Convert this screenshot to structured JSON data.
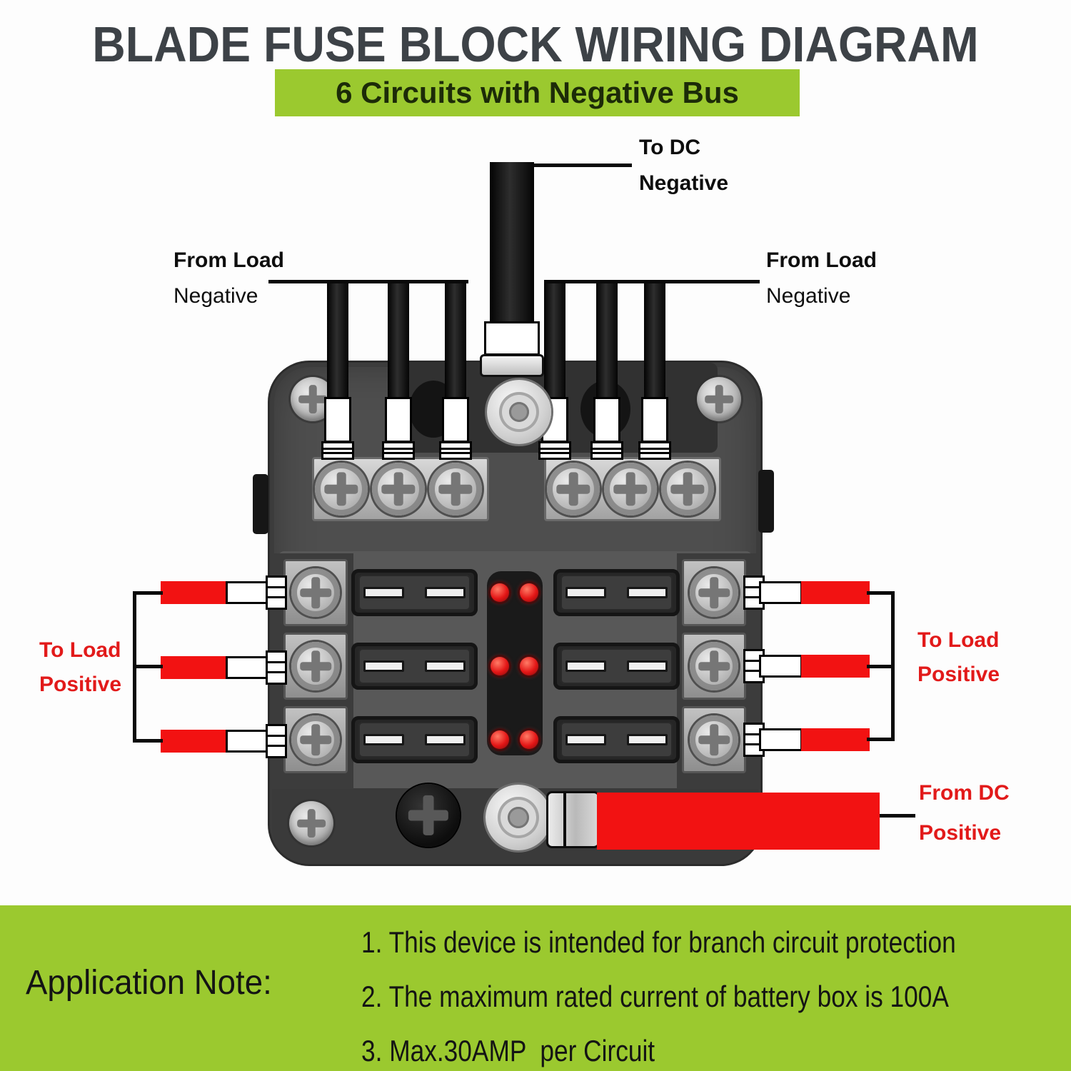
{
  "title": "BLADE FUSE BLOCK WIRING DIAGRAM",
  "banner": "6 Circuits with Negative Bus",
  "labels": {
    "to_dc_line1": "To DC",
    "to_dc_line2": "Negative",
    "from_load_left_line1": "From Load",
    "from_load_left_line2": "Negative",
    "from_load_right_line1": "From Load",
    "from_load_right_line2": "Negative",
    "to_load_left_line1": "To Load",
    "to_load_left_line2": "Positive",
    "to_load_right_line1": "To Load",
    "to_load_right_line2": "Positive",
    "from_dc_line1": "From DC",
    "from_dc_line2": "Positive"
  },
  "application_note": {
    "heading": "Application Note:",
    "items": [
      "1. This device is intended for branch circuit protection",
      "2. The maximum rated current of battery box is 100A",
      "3. Max.30AMP  per Circuit"
    ]
  },
  "colors": {
    "accent_green": "#9BC92F",
    "wire_red": "#F21212",
    "label_red": "#E21A1A",
    "title_gray": "#3d4247",
    "block_gray": "#4e4e4e",
    "led_red": "#e31616"
  }
}
